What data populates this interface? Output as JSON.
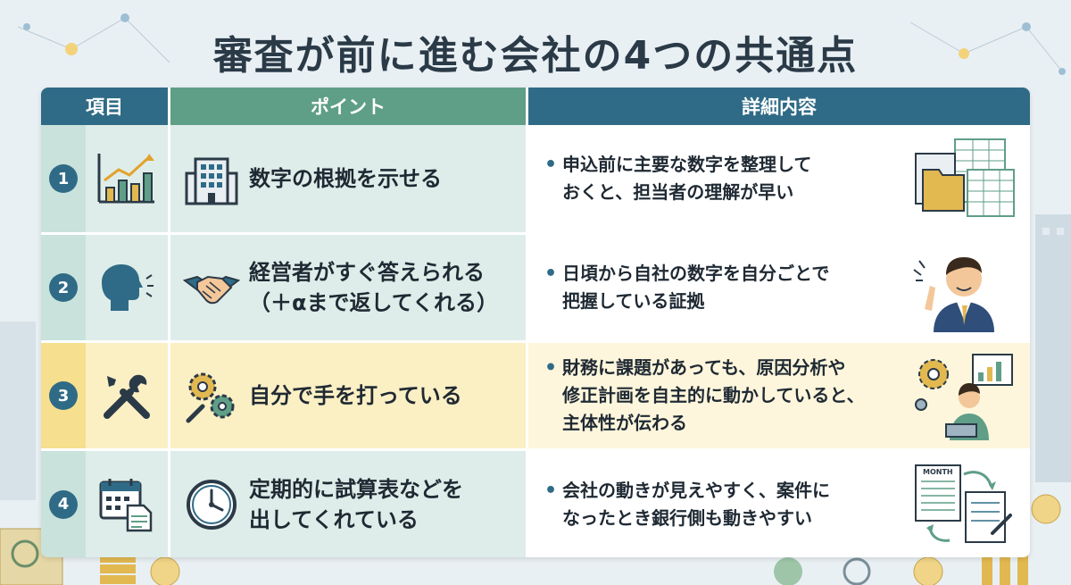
{
  "title": "審査が前に進む会社の4つの共通点",
  "headers": {
    "item": "項目",
    "point": "ポイント",
    "detail": "詳細内容"
  },
  "rows": [
    {
      "number": "1",
      "icon": "growth-chart-icon",
      "point_icon": "building-icon",
      "point_lines": [
        "数字の根拠を示せる"
      ],
      "detail_lines": [
        "申込前に主要な数字を整理して",
        "おくと、担当者の理解が早い"
      ],
      "illustration": "documents-folder-illustration"
    },
    {
      "number": "2",
      "icon": "speaking-head-icon",
      "point_icon": "handshake-icon",
      "point_lines": [
        "経営者がすぐ答えられる",
        "（＋αまで返してくれる）"
      ],
      "detail_lines": [
        "日頃から自社の数字を自分ごとで",
        "把握している証拠"
      ],
      "illustration": "businessman-illustration"
    },
    {
      "number": "3",
      "icon": "tools-icon",
      "point_icon": "gears-icon",
      "point_lines": [
        "自分で手を打っている"
      ],
      "detail_lines": [
        "財務に課題があっても、原因分析や",
        "修正計画を自主的に動かしていると、",
        "主体性が伝わる"
      ],
      "illustration": "analyst-illustration"
    },
    {
      "number": "4",
      "icon": "calendar-document-icon",
      "point_icon": "clock-icon",
      "point_lines": [
        "定期的に試算表などを",
        "出してくれている"
      ],
      "detail_lines": [
        "会社の動きが見えやすく、案件に",
        "なったとき銀行側も動きやすい"
      ],
      "illustration": "monthly-report-illustration",
      "illustration_label": "MONTH"
    }
  ],
  "colors": {
    "header_blue": "#2f6b86",
    "header_green": "#5f9e87",
    "row_tint": "#deede9",
    "row_highlight": "#fbefc4",
    "title": "#2b3a47"
  }
}
